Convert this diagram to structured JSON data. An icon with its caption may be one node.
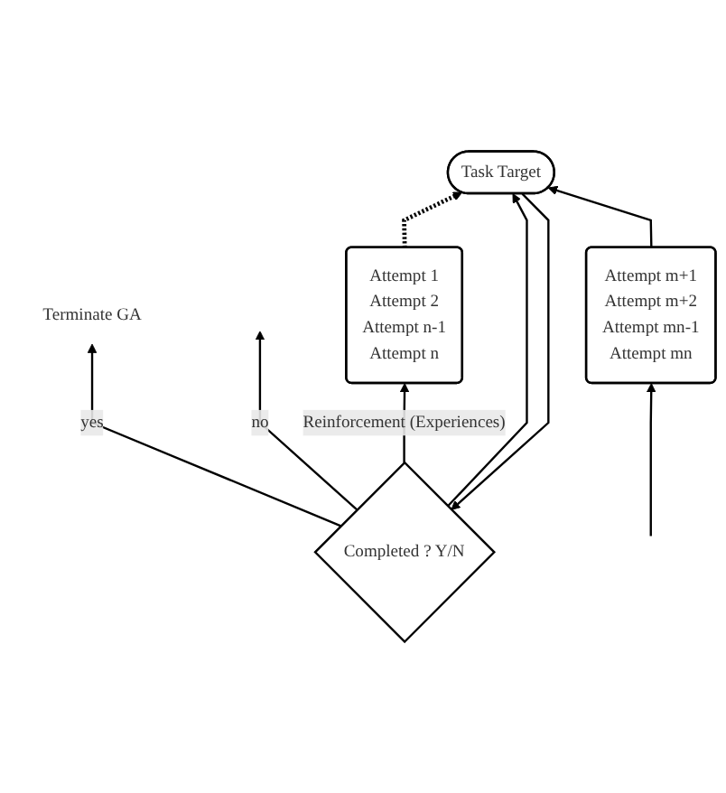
{
  "diagram": {
    "nodes": [
      {
        "text": [
          "Completed ? Y/N"
        ]
      },
      {
        "text": [
          "Terminate GA"
        ]
      },
      {
        "text": [
          "Task Target"
        ]
      },
      {
        "text": [
          "Attempt 1",
          "Attempt 2",
          "Attempt n-1",
          "Attempt n"
        ]
      },
      {
        "text": [
          "Attempt  m+1",
          "Attempt  m+2",
          "Attempt mn-1",
          "Attempt mn"
        ]
      }
    ],
    "edges": [
      {
        "from": 0,
        "to": 1,
        "arrow": "to",
        "label": "yes"
      },
      {
        "from": 2,
        "to": 0,
        "arrow": "to"
      },
      {
        "from": 0,
        "to": null,
        "arrow": "to",
        "label": "no"
      },
      {
        "from": 0,
        "to": 3,
        "arrow": "to",
        "label": "Reinforcement (Experiences)"
      },
      {
        "from": 0,
        "to": 2,
        "arrow": "to"
      },
      {
        "from": 3,
        "to": 2,
        "arrow": "to",
        "style": "dashed"
      },
      {
        "from": 4,
        "to": 2,
        "arrow": "to"
      },
      {
        "from": null,
        "to": 4,
        "arrow": "to"
      }
    ]
  }
}
